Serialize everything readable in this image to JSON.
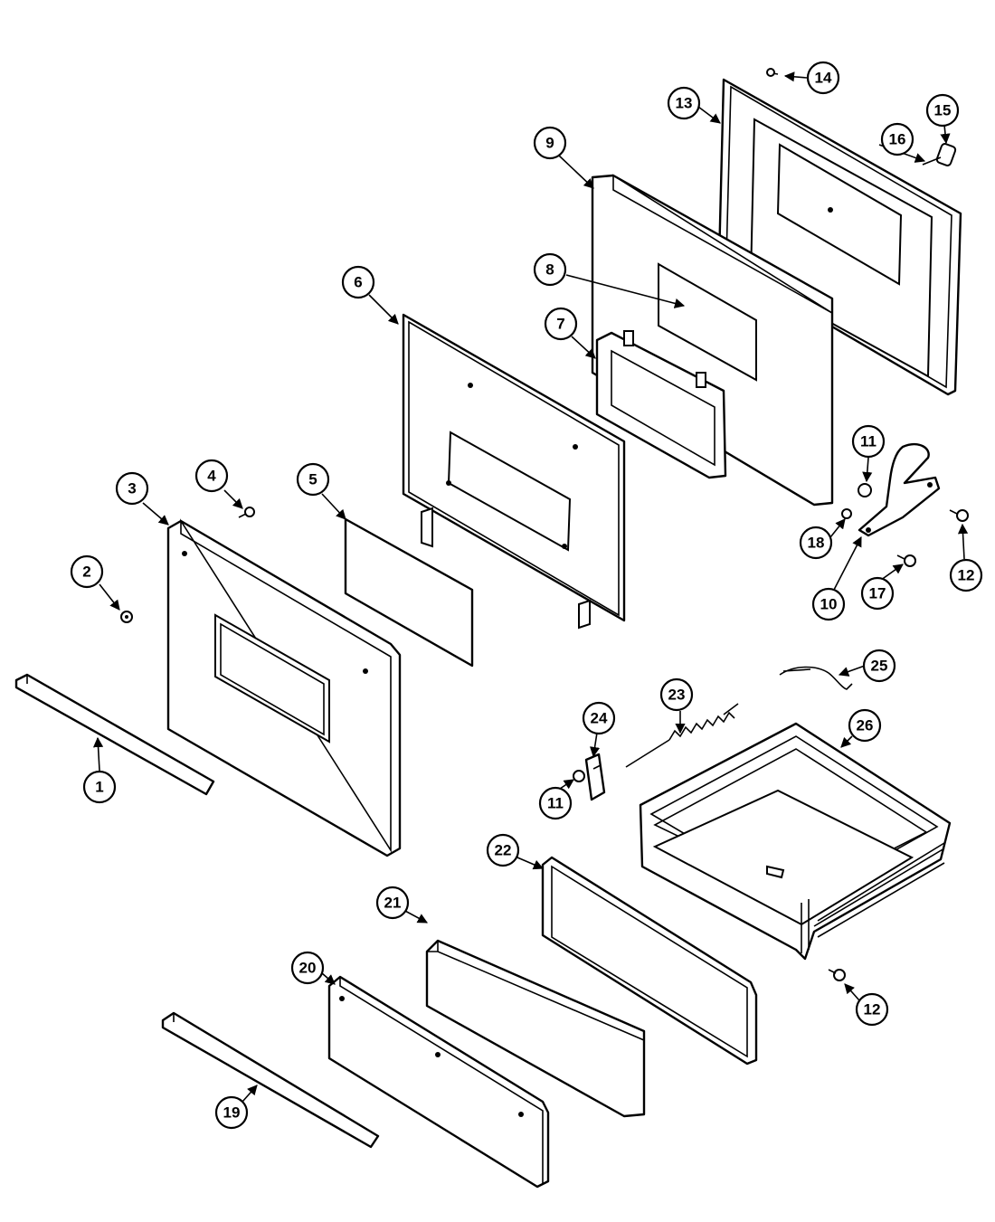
{
  "diagram": {
    "callouts": [
      {
        "id": "c1",
        "label": "1"
      },
      {
        "id": "c2",
        "label": "2"
      },
      {
        "id": "c3",
        "label": "3"
      },
      {
        "id": "c4",
        "label": "4"
      },
      {
        "id": "c5",
        "label": "5"
      },
      {
        "id": "c6",
        "label": "6"
      },
      {
        "id": "c7",
        "label": "7"
      },
      {
        "id": "c8",
        "label": "8"
      },
      {
        "id": "c9",
        "label": "9"
      },
      {
        "id": "c10",
        "label": "10"
      },
      {
        "id": "c11a",
        "label": "11"
      },
      {
        "id": "c11b",
        "label": "11"
      },
      {
        "id": "c12a",
        "label": "12"
      },
      {
        "id": "c12b",
        "label": "12"
      },
      {
        "id": "c13",
        "label": "13"
      },
      {
        "id": "c14",
        "label": "14"
      },
      {
        "id": "c15",
        "label": "15"
      },
      {
        "id": "c16",
        "label": "16"
      },
      {
        "id": "c17",
        "label": "17"
      },
      {
        "id": "c18",
        "label": "18"
      },
      {
        "id": "c19",
        "label": "19"
      },
      {
        "id": "c20",
        "label": "20"
      },
      {
        "id": "c21",
        "label": "21"
      },
      {
        "id": "c22",
        "label": "22"
      },
      {
        "id": "c23",
        "label": "23"
      },
      {
        "id": "c24",
        "label": "24"
      },
      {
        "id": "c25",
        "label": "25"
      },
      {
        "id": "c26",
        "label": "26"
      }
    ]
  }
}
